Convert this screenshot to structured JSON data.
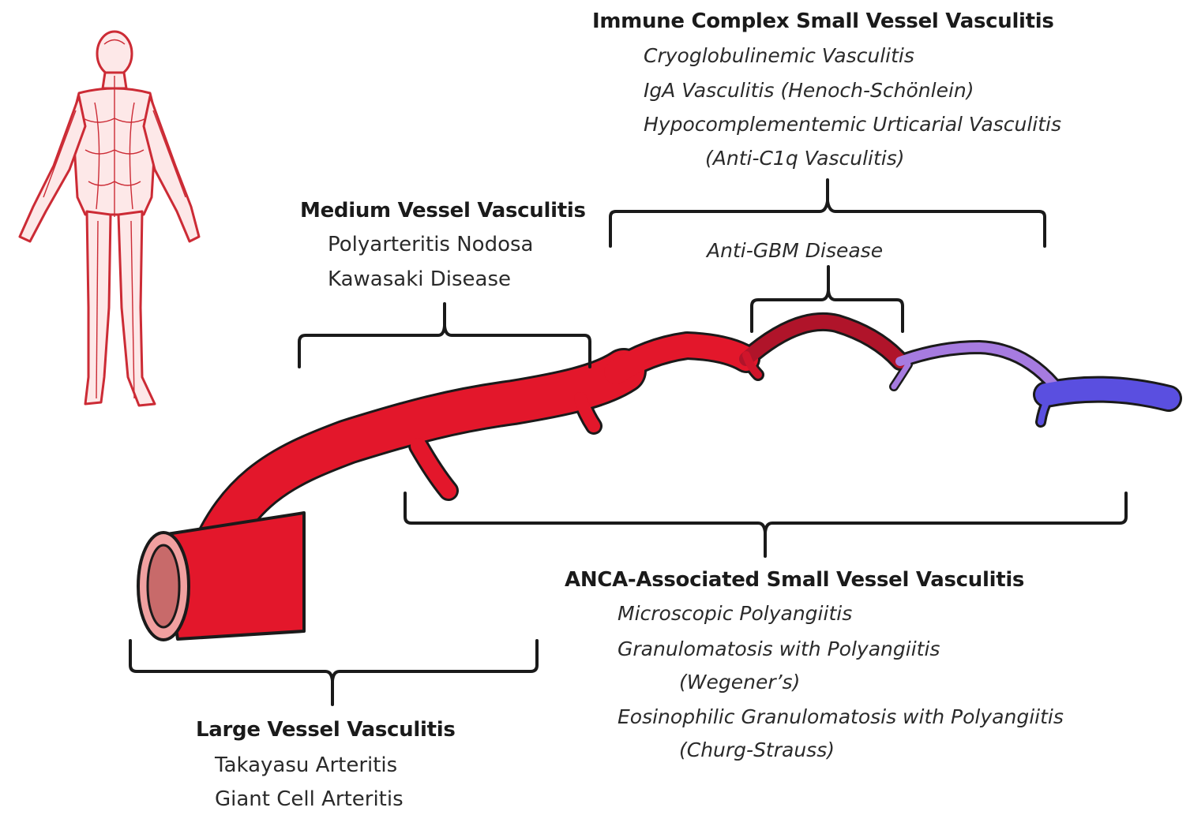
{
  "immune_complex": {
    "heading": "Immune Complex  Small Vessel Vasculitis",
    "items": [
      "Cryoglobulinemic Vasculitis",
      "IgA Vasculitis (Henoch-Schönlein)",
      "Hypocomplementemic Urticarial Vasculitis",
      "(Anti-C1q Vasculitis)"
    ]
  },
  "medium_vessel": {
    "heading": "Medium Vessel Vasculitis",
    "items": [
      "Polyarteritis Nodosa",
      "Kawasaki Disease"
    ]
  },
  "anti_gbm": {
    "label": "Anti-GBM Disease"
  },
  "anca": {
    "heading": "ANCA-Associated Small Vessel Vasculitis",
    "items": [
      "Microscopic Polyangiitis",
      "Granulomatosis with Polyangiitis",
      "(Wegener’s)",
      "Eosinophilic Granulomatosis with Polyangiitis",
      "(Churg-Strauss)"
    ]
  },
  "large_vessel": {
    "heading": "Large Vessel Vasculitis",
    "items": [
      "Takayasu Arteritis",
      "Giant Cell Arteritis"
    ]
  },
  "colors": {
    "artery": "#e3172b",
    "arteriole": "#b0142a",
    "capillary": "#a67be0",
    "vein": "#5a4fe0",
    "outline": "#1a1a1a",
    "figure": "#cc2b35"
  }
}
